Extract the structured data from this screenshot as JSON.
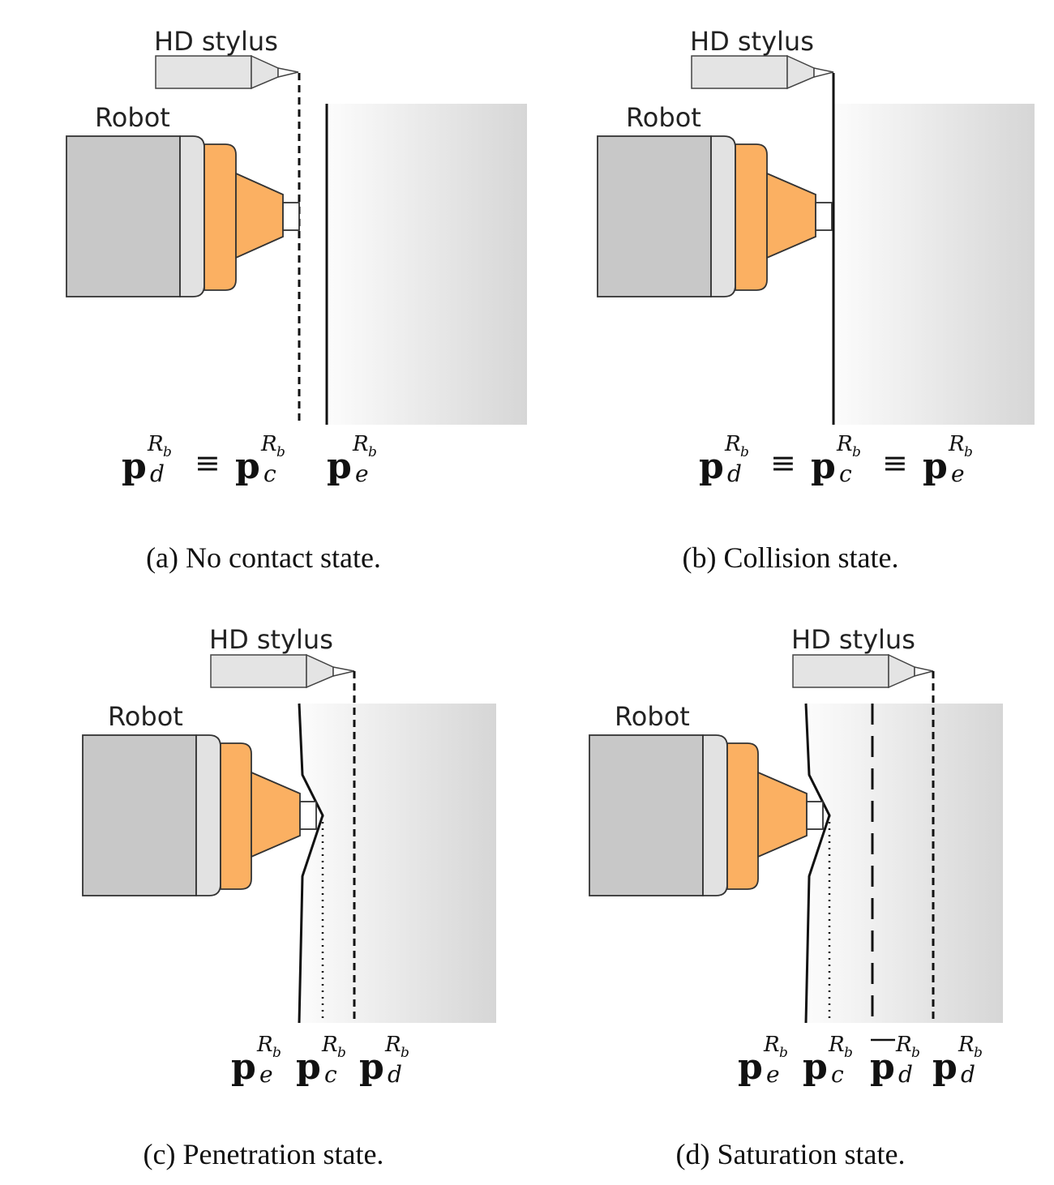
{
  "labels": {
    "stylus": "HD stylus",
    "robot": "Robot"
  },
  "symbols": {
    "p": "p",
    "frame_R": "R",
    "frame_sub": "b",
    "equiv": "≡",
    "sub_d": "d",
    "sub_c": "c",
    "sub_e": "e",
    "bar": "—"
  },
  "panels": [
    {
      "id": "a",
      "caption": "(a) No contact state."
    },
    {
      "id": "b",
      "caption": "(b) Collision state."
    },
    {
      "id": "c",
      "caption": "(c) Penetration state."
    },
    {
      "id": "d",
      "caption": "(d) Saturation state."
    }
  ],
  "colors": {
    "robot_gray": "#c8c8c8",
    "flange_gray": "#e2e2e2",
    "tool_orange": "#fbb062",
    "stylus_gray": "#e4e4e4",
    "wall_light": "#fafafa",
    "wall_dark": "#d6d6d6"
  }
}
